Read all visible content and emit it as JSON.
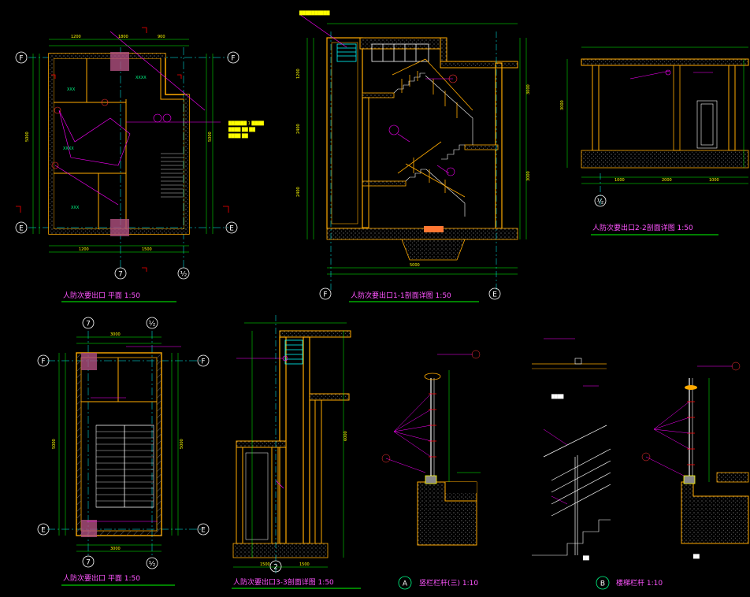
{
  "drawing": {
    "axis_bubbles": {
      "F": "F",
      "E": "E",
      "seven": "7",
      "frac": "½",
      "two": "2",
      "A": "A",
      "B": "B"
    },
    "titles": {
      "plan1": "人防次要出口    平面 1:50",
      "section11": "人防次要出口1-1剖面详图 1:50",
      "section22": "人防次要出口2-2剖面详图 1:50",
      "plan2": "人防次要出口    平面 1:50",
      "section33": "人防次要出口3-3剖面详图 1:50",
      "detailA": "竖栏栏杆(三) 1:10",
      "detailB": "楼梯栏杆 1:10"
    },
    "colors": {
      "background": "#000000",
      "wall": "#ffaa00",
      "dimension": "#00ff00",
      "axis": "#00ffff",
      "annotation": "#ff00ff",
      "text": "#ffffff",
      "hatch": "#888888"
    }
  }
}
